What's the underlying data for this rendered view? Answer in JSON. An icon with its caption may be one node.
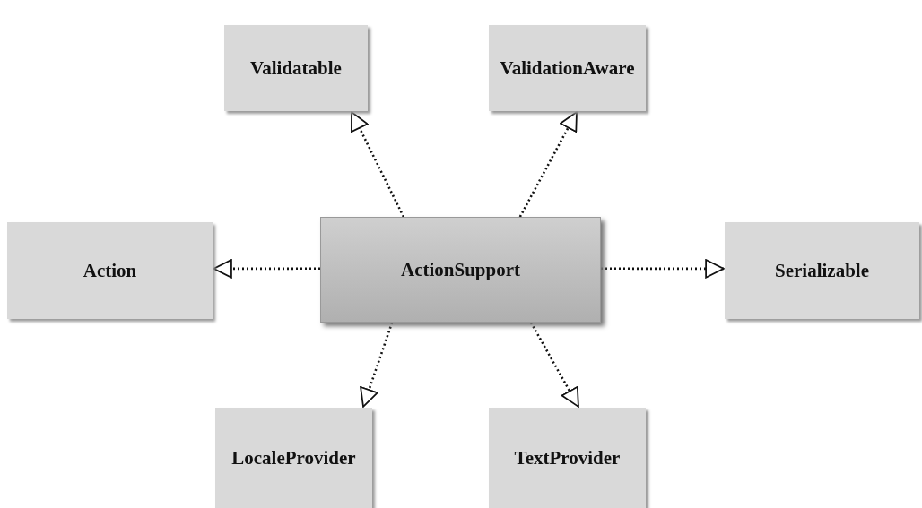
{
  "diagram": {
    "nodes": [
      {
        "text": [
          "Validatable"
        ]
      },
      {
        "text": [
          "ValidationAware"
        ]
      },
      {
        "text": [
          "Action"
        ]
      },
      {
        "text": [
          "ActionSupport"
        ]
      },
      {
        "text": [
          "Serializable"
        ]
      },
      {
        "text": [
          "LocaleProvider"
        ]
      },
      {
        "text": [
          "TextProvider"
        ]
      }
    ],
    "edges": [
      {
        "from": 3,
        "to": 0,
        "arrow": "to",
        "style": "dashed"
      },
      {
        "from": 3,
        "to": 1,
        "arrow": "to",
        "style": "dashed"
      },
      {
        "from": 3,
        "to": 2,
        "arrow": "to",
        "style": "dashed"
      },
      {
        "from": 3,
        "to": 4,
        "arrow": "to",
        "style": "dashed"
      },
      {
        "from": 3,
        "to": 5,
        "arrow": "to",
        "style": "dashed"
      },
      {
        "from": 3,
        "to": 6,
        "arrow": "to",
        "style": "dashed"
      }
    ]
  }
}
